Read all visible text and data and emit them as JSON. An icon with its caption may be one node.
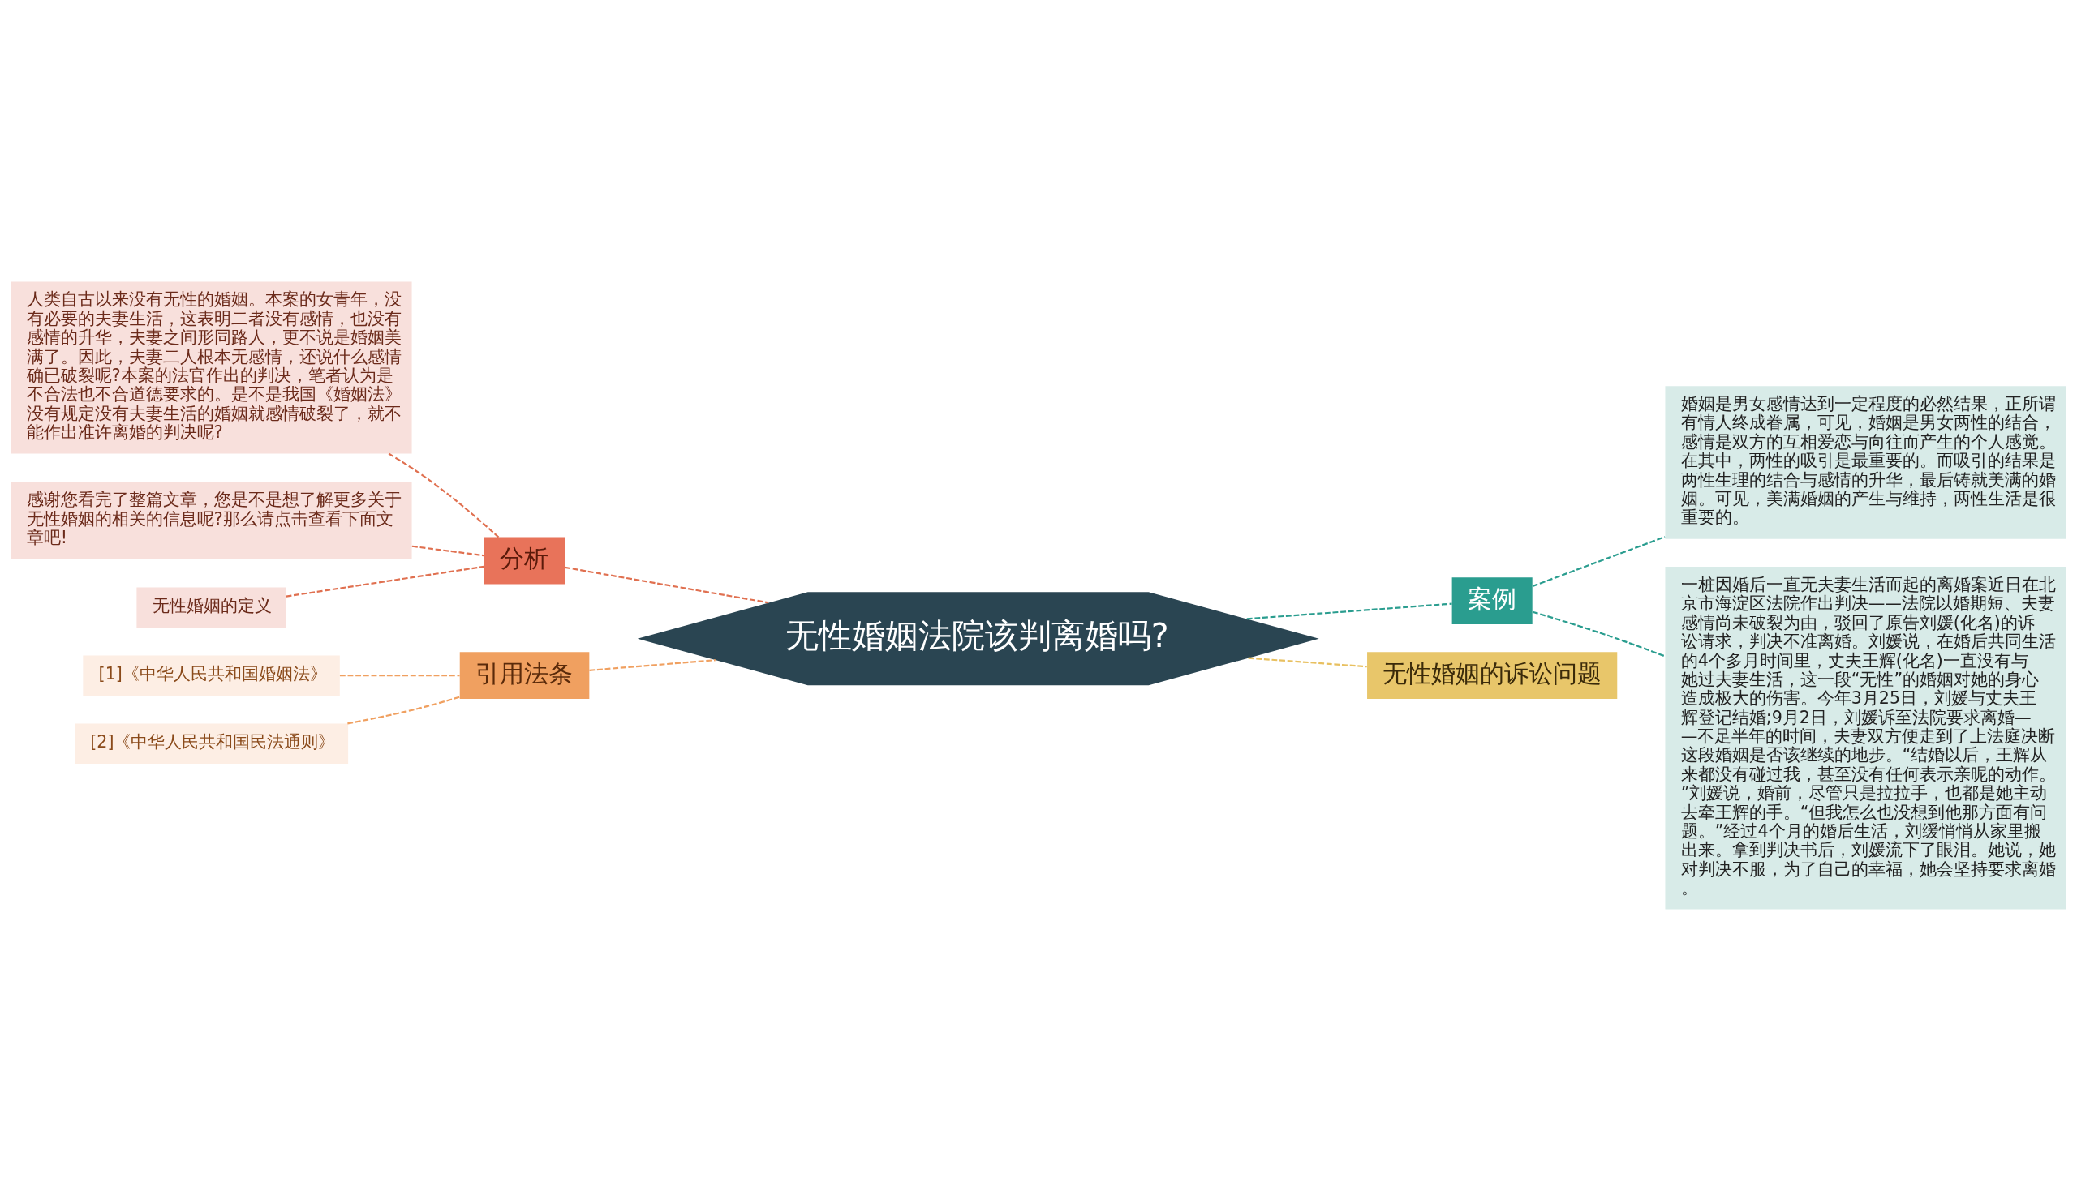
{
  "diagram": {
    "nodes": [
      {
        "text": [
          "无性婚姻法院该判离婚吗?"
        ]
      },
      {
        "text": [
          "分析"
        ]
      },
      {
        "text": [
          "人类自古以来没有无性的婚姻。本案的女青年，没有必要的夫妻生活，这表明二者没有感情，也没有感情的升华，夫妻之间形同路人，更不说是婚姻美满了。因此，夫妻二人根本无感情，还说什么感情确已破裂呢?本案的法官作出的判决，笔者认为是不合法也不合道德要求的。是不是我国《婚姻法》没有规定没有夫妻生活的婚姻就感情破裂了，就不能作出准许离婚的判决呢?"
        ]
      },
      {
        "text": [
          "感谢您看完了整篇文章，您是不是想了解更多关于无性婚姻的相关的信息呢?那么请点击查看下面文章吧!"
        ]
      },
      {
        "text": [
          "无性婚姻的定义"
        ]
      },
      {
        "text": [
          "引用法条"
        ]
      },
      {
        "text": [
          "[1]《中华人民共和国婚姻法》"
        ]
      },
      {
        "text": [
          "[2]《中华人民共和国民法通则》"
        ]
      },
      {
        "text": [
          "案例"
        ]
      },
      {
        "text": [
          "婚姻是男女感情达到一定程度的必然结果，正所谓有情人终成眷属，可见，婚姻是男女两性的结合，感情是双方的互相爱恋与向往而产生的个人感觉。在其中，两性的吸引是最重要的。而吸引的结果是两性生理的结合与感情的升华，最后铸就美满的婚姻。可见，美满婚姻的产生与维持，两性生活是很重要的。"
        ]
      },
      {
        "text": [
          "一桩因婚后一直无夫妻生活而起的离婚案近日在北京市海淀区法院作出判决——法院以婚期短、夫妻感情尚未破裂为由，驳回了原告刘媛(化名)的诉讼请求，判决不准离婚。刘媛说，在婚后共同生活的4个多月时间里，丈夫王辉(化名)一直没有与她过夫妻生活，这一段“无性”的婚姻对她的身心造成极大的伤害。今年3月25日，刘媛与丈夫王辉登记结婚;9月2日，刘媛诉至法院要求离婚——不足半年的时间，夫妻双方便走到了上法庭决断这段婚姻是否该继续的地步。“结婚以后，王辉从来都没有碰过我，甚至没有任何表示亲昵的动作。”刘媛说，婚前，尽管只是拉拉手，也都是她主动去牵王辉的手。“但我怎么也没想到他那方面有问题。”经过4个月的婚后生活，刘缓悄悄从家里搬出来。拿到判决书后，刘媛流下了眼泪。她说，她对判决不服，为了自己的幸福，她会坚持要求离婚。"
        ]
      },
      {
        "text": [
          "无性婚姻的诉讼问题"
        ]
      }
    ],
    "edges": [
      {
        "from": 0,
        "to": 1,
        "arrow": "none",
        "style": "dashed",
        "color": "#e07050"
      },
      {
        "from": 1,
        "to": 2,
        "arrow": "none",
        "style": "dashed",
        "color": "#e07050"
      },
      {
        "from": 1,
        "to": 3,
        "arrow": "none",
        "style": "dashed",
        "color": "#e07050"
      },
      {
        "from": 1,
        "to": 4,
        "arrow": "none",
        "style": "dashed",
        "color": "#e07050"
      },
      {
        "from": 0,
        "to": 5,
        "arrow": "none",
        "style": "dashed",
        "color": "#f0a060"
      },
      {
        "from": 5,
        "to": 6,
        "arrow": "none",
        "style": "dashed",
        "color": "#f0a060"
      },
      {
        "from": 5,
        "to": 7,
        "arrow": "none",
        "style": "dashed",
        "color": "#f0a060"
      },
      {
        "from": 0,
        "to": 8,
        "arrow": "none",
        "style": "dashed",
        "color": "#2a9d8f"
      },
      {
        "from": 8,
        "to": 9,
        "arrow": "none",
        "style": "dashed",
        "color": "#2a9d8f"
      },
      {
        "from": 8,
        "to": 10,
        "arrow": "none",
        "style": "dashed",
        "color": "#2a9d8f"
      },
      {
        "from": 0,
        "to": 11,
        "arrow": "none",
        "style": "dashed",
        "color": "#e8c060"
      }
    ]
  }
}
